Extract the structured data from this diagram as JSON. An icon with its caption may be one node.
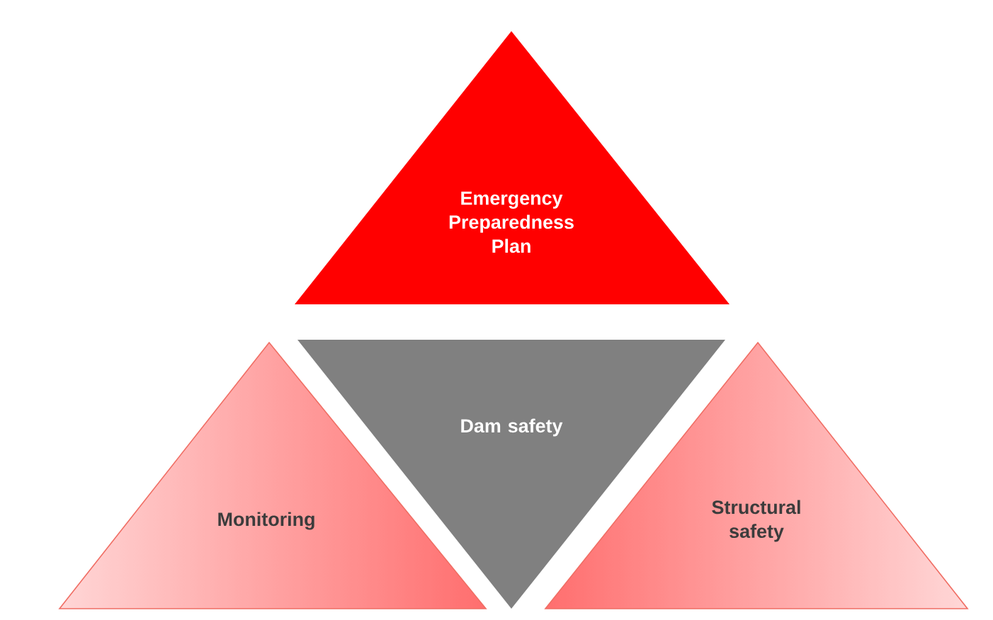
{
  "diagram": {
    "nodes": [
      {
        "text": [
          "Emergency Preparedness Plan"
        ]
      },
      {
        "text": [
          "Dam safety"
        ]
      },
      {
        "text": [
          "Monitoring"
        ]
      },
      {
        "text": [
          "Structural safety"
        ]
      }
    ]
  }
}
